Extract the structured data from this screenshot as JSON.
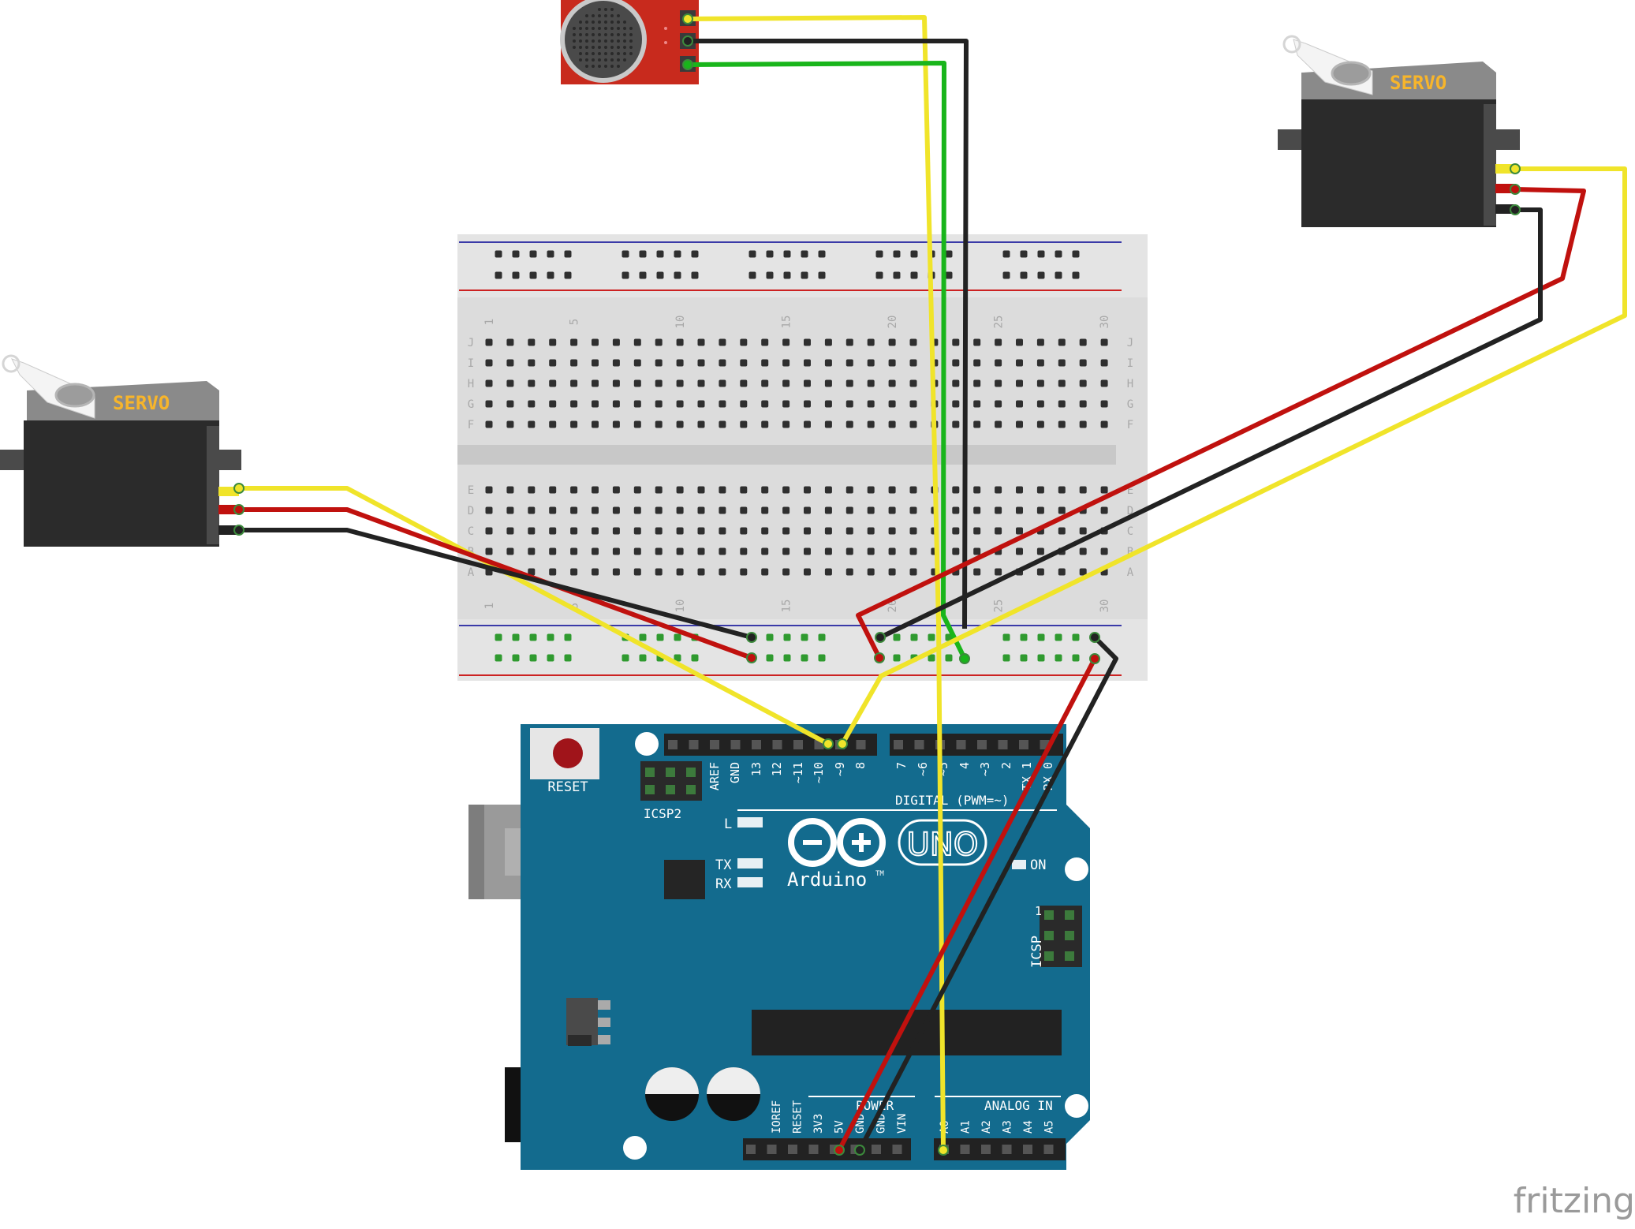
{
  "servo_left": {
    "label": "SERVO"
  },
  "servo_right": {
    "label": "SERVO"
  },
  "breadboard": {
    "row_labels_top": [
      "J",
      "I",
      "H",
      "G",
      "F"
    ],
    "row_labels_bottom": [
      "E",
      "D",
      "C",
      "B",
      "A"
    ],
    "column_numbers": [
      "1",
      "5",
      "10",
      "15",
      "20",
      "25",
      "30"
    ]
  },
  "arduino": {
    "reset_label": "RESET",
    "icsp2_label": "ICSP2",
    "icsp_label": "ICSP",
    "icsp_pin1": "1",
    "digital_header_label": "DIGITAL (PWM=~)",
    "digital_pins": [
      "AREF",
      "GND",
      "13",
      "12",
      "~11",
      "~10",
      "~9",
      "8",
      "7",
      "~6",
      "~5",
      "4",
      "~3",
      "2",
      "TX 1",
      "RX 0"
    ],
    "led_l": "L",
    "led_tx": "TX",
    "led_rx": "RX",
    "led_on": "ON",
    "logo_text": "Arduino",
    "trademark": "TM",
    "model": "UNO",
    "power_header_label": "POWER",
    "power_pins": [
      "IOREF",
      "RESET",
      "3V3",
      "5V",
      "GND",
      "GND",
      "VIN"
    ],
    "analog_header_label": "ANALOG IN",
    "analog_pins": [
      "A0",
      "A1",
      "A2",
      "A3",
      "A4",
      "A5"
    ]
  },
  "watermark": "fritzing",
  "colors": {
    "board_blue": "#136b8e",
    "breadboard_grey": "#dcdcdc",
    "wire_yellow": "#f0e42a",
    "wire_red": "#c0110e",
    "wire_black": "#222222",
    "wire_green": "#19b51b",
    "mic_red": "#c82a1d",
    "servo_label": "#f7b52b"
  }
}
